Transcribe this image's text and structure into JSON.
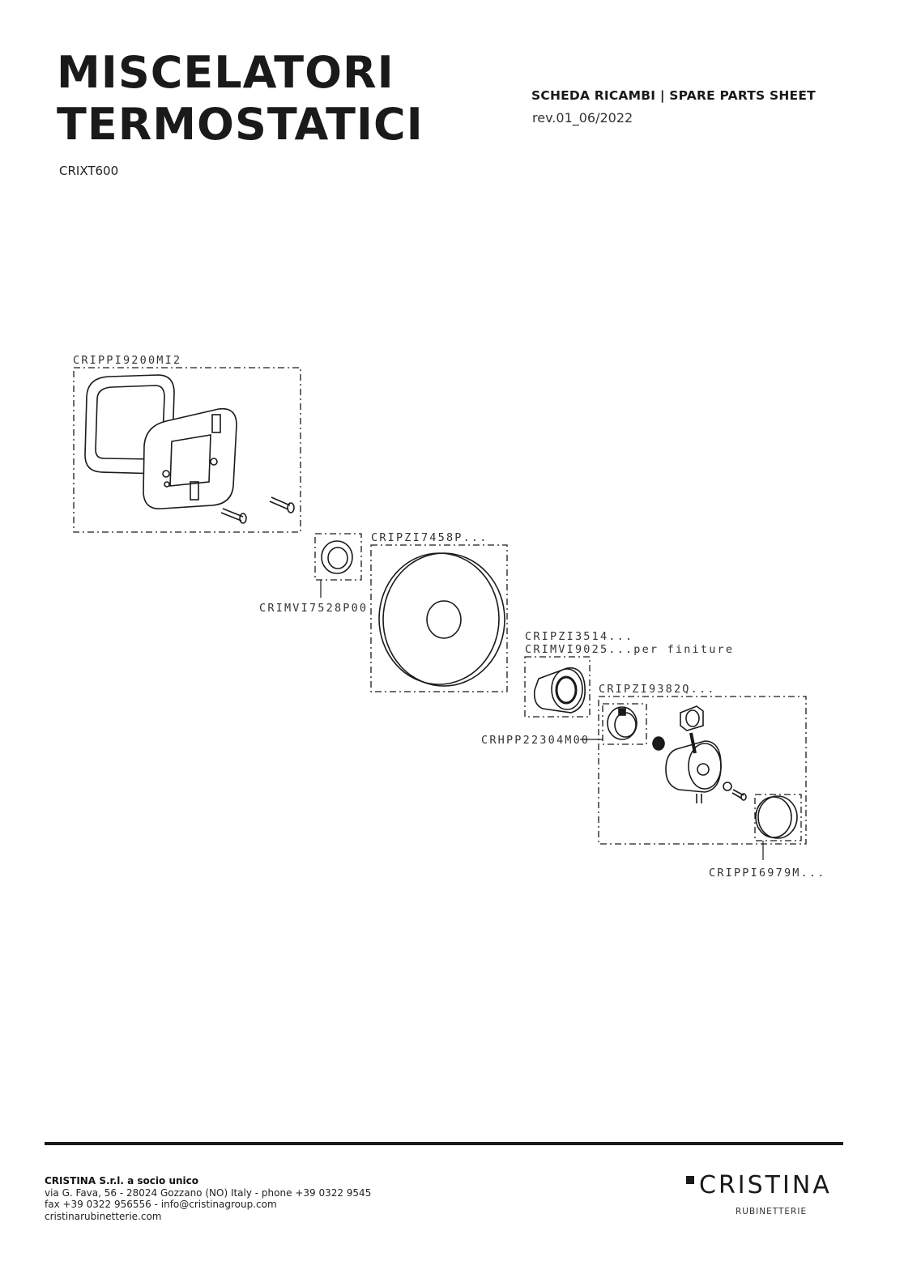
{
  "header": {
    "title_line1": "MISCELATORI",
    "title_line2": "TERMOSTATICI",
    "model": "CRIXT600",
    "sheet_label": "SCHEDA RICAMBI | SPARE PARTS SHEET",
    "revision": "rev.01_06/2022"
  },
  "parts": {
    "p1": "CRIPPI9200MI2",
    "p2": "CRIMVI7528P00",
    "p3": "CRIPZI7458P...",
    "p4a": "CRIPZI3514...",
    "p4b": "CRIMVI9025...per finiture",
    "p5": "CRIPZI9382Q...",
    "p6": "CRHPP22304M00",
    "p7": "CRIPPI6979M..."
  },
  "footer": {
    "company": "CRISTINA S.r.l. a socio unico",
    "line1": "via G. Fava, 56 - 28024 Gozzano (NO) Italy - phone +39 0322 9545",
    "line2": "fax +39 0322 956556 - info@cristinagroup.com",
    "line3": "cristinarubinetterie.com"
  },
  "logo": {
    "name": "CRISTINA",
    "sub": "RUBINETTERIE"
  },
  "colors": {
    "ink": "#1a1a1a"
  }
}
